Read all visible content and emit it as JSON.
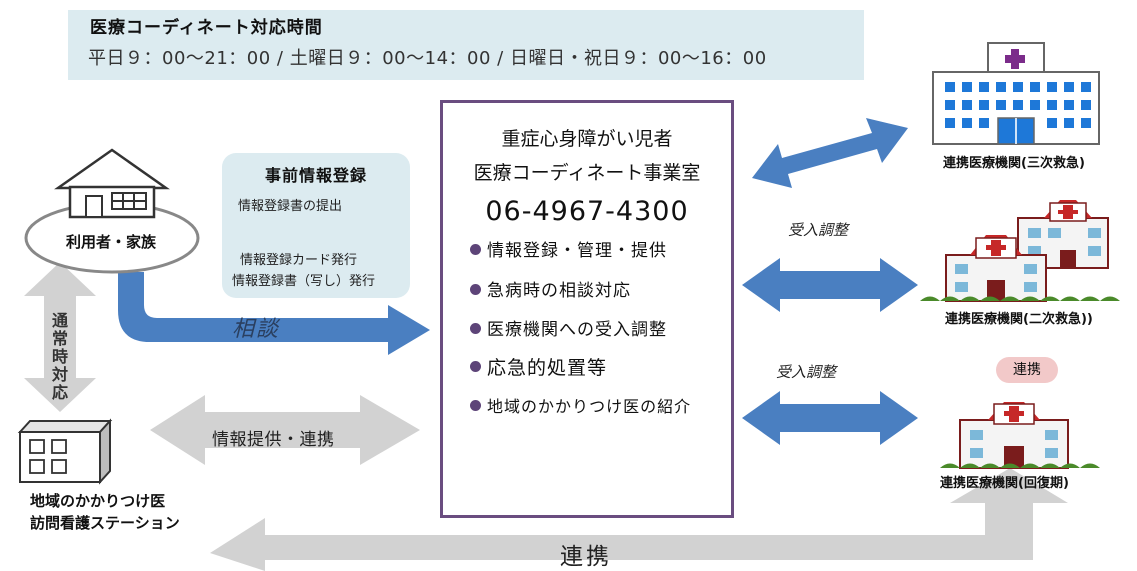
{
  "hours": {
    "title": "医療コーディネート対応時間",
    "schedule": "平日９：00～21：00 / 土曜日９：00～14：00 / 日曜日・祝日９：00～16：00"
  },
  "registration": {
    "title": "事前情報登録",
    "submit": "情報登録書の提出",
    "card_issue": "情報登録カード発行",
    "copy_issue": "情報登録書（写し）発行"
  },
  "center": {
    "title_line1": "重症心身障がい児者",
    "title_line2": "医療コーディネート事業室",
    "phone": "06-4967-4300",
    "items": [
      "情報登録・管理・提供",
      "急病時の相談対応",
      "医療機関への受入調整",
      "応急的処置等",
      "地域のかかりつけ医の紹介"
    ]
  },
  "left": {
    "user": "利用者・家族",
    "consult": "相談",
    "normal_time": "通常時対応",
    "info_link": "情報提供・連携",
    "local_line1": "地域のかかりつけ医",
    "local_line2": "訪問看護ステーション"
  },
  "right": {
    "hospital_tertiary": "連携医療機関(三次救急)",
    "hospital_secondary": "連携医療機関(二次救急))",
    "hospital_recovery": "連携医療機関(回復期)",
    "adjust1": "受入調整",
    "adjust2": "受入調整",
    "renkei_badge": "連携"
  },
  "bottom": {
    "renkei": "連携"
  },
  "colors": {
    "blue_arrow": "#4a7fc1",
    "gray_arrow": "#d2d2d2",
    "center_border": "#6a4d80",
    "bullet": "#5d4478",
    "hours_bg": "#dcebf0",
    "hospital_red": "#c62828",
    "hospital_wall": "#f4f4f4"
  }
}
